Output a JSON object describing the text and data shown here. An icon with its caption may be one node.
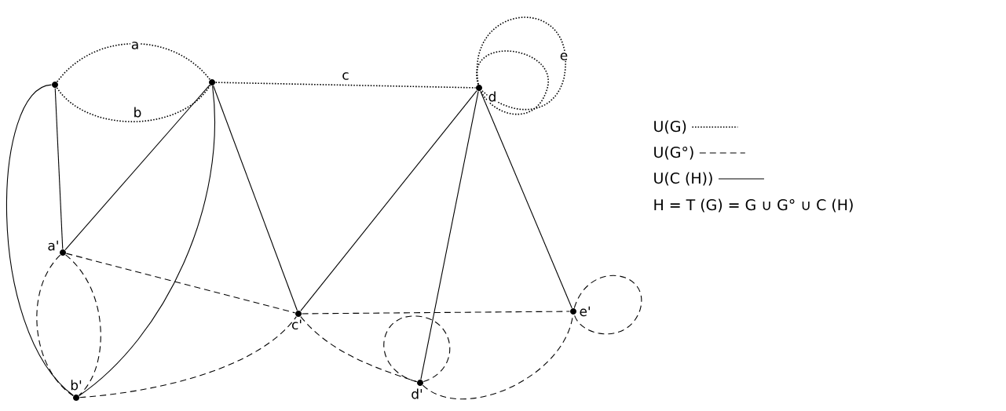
{
  "diagram": {
    "nodes": [
      {
        "text": [],
        "shape": "circle"
      },
      {
        "text": [],
        "shape": "circle"
      },
      {
        "text": [],
        "shape": "circle"
      },
      {
        "text": [],
        "shape": "circle",
        "beside": [
          "a'"
        ]
      },
      {
        "text": [],
        "shape": "circle",
        "beside": [
          "b'"
        ]
      },
      {
        "text": [],
        "shape": "circle",
        "beside": [
          "c'"
        ]
      },
      {
        "text": [],
        "shape": "circle",
        "beside": [
          "d'"
        ]
      },
      {
        "text": [],
        "shape": "circle",
        "beside": [
          "e'"
        ]
      }
    ],
    "edges": [
      {
        "from": 0,
        "to": 1,
        "arrow": "none",
        "label": "a",
        "style": "dashed"
      },
      {
        "from": 0,
        "to": 1,
        "arrow": "none",
        "label": "b",
        "style": "dashed"
      },
      {
        "from": 1,
        "to": 2,
        "arrow": "none",
        "label": "c",
        "style": "dashed"
      },
      {
        "from": 2,
        "to": 2,
        "arrow": "none",
        "label": "d",
        "style": "dashed"
      },
      {
        "from": 2,
        "to": 2,
        "arrow": "none",
        "label": "e",
        "style": "dashed"
      },
      {
        "from": 0,
        "to": 3,
        "arrow": "none"
      },
      {
        "from": 0,
        "to": 4,
        "arrow": "none"
      },
      {
        "from": 1,
        "to": 3,
        "arrow": "none"
      },
      {
        "from": 1,
        "to": 4,
        "arrow": "none"
      },
      {
        "from": 1,
        "to": 5,
        "arrow": "none"
      },
      {
        "from": 2,
        "to": 5,
        "arrow": "none"
      },
      {
        "from": 2,
        "to": 6,
        "arrow": "none"
      },
      {
        "from": 2,
        "to": 7,
        "arrow": "none"
      },
      {
        "from": 3,
        "to": 5,
        "arrow": "none",
        "style": "dashed"
      },
      {
        "from": 3,
        "to": 4,
        "arrow": "none",
        "style": "dashed"
      },
      {
        "from": 3,
        "to": 4,
        "arrow": "none",
        "style": "dashed"
      },
      {
        "from": 4,
        "to": 5,
        "arrow": "none",
        "style": "dashed"
      },
      {
        "from": 5,
        "to": 7,
        "arrow": "none",
        "style": "dashed"
      },
      {
        "from": 5,
        "to": 6,
        "arrow": "none",
        "style": "dashed"
      },
      {
        "from": 6,
        "to": 6,
        "arrow": "none",
        "style": "dashed"
      },
      {
        "from": 6,
        "to": 7,
        "arrow": "none",
        "style": "dashed"
      },
      {
        "from": 7,
        "to": 7,
        "arrow": "none",
        "style": "dashed"
      }
    ],
    "labels": [
      "H = T (G) = G ∪ G° ∪ C (H)"
    ],
    "legend": [
      {
        "text": "U(G)"
      },
      {
        "text": "U(G°)"
      },
      {
        "text": "U(C (H))"
      }
    ]
  }
}
